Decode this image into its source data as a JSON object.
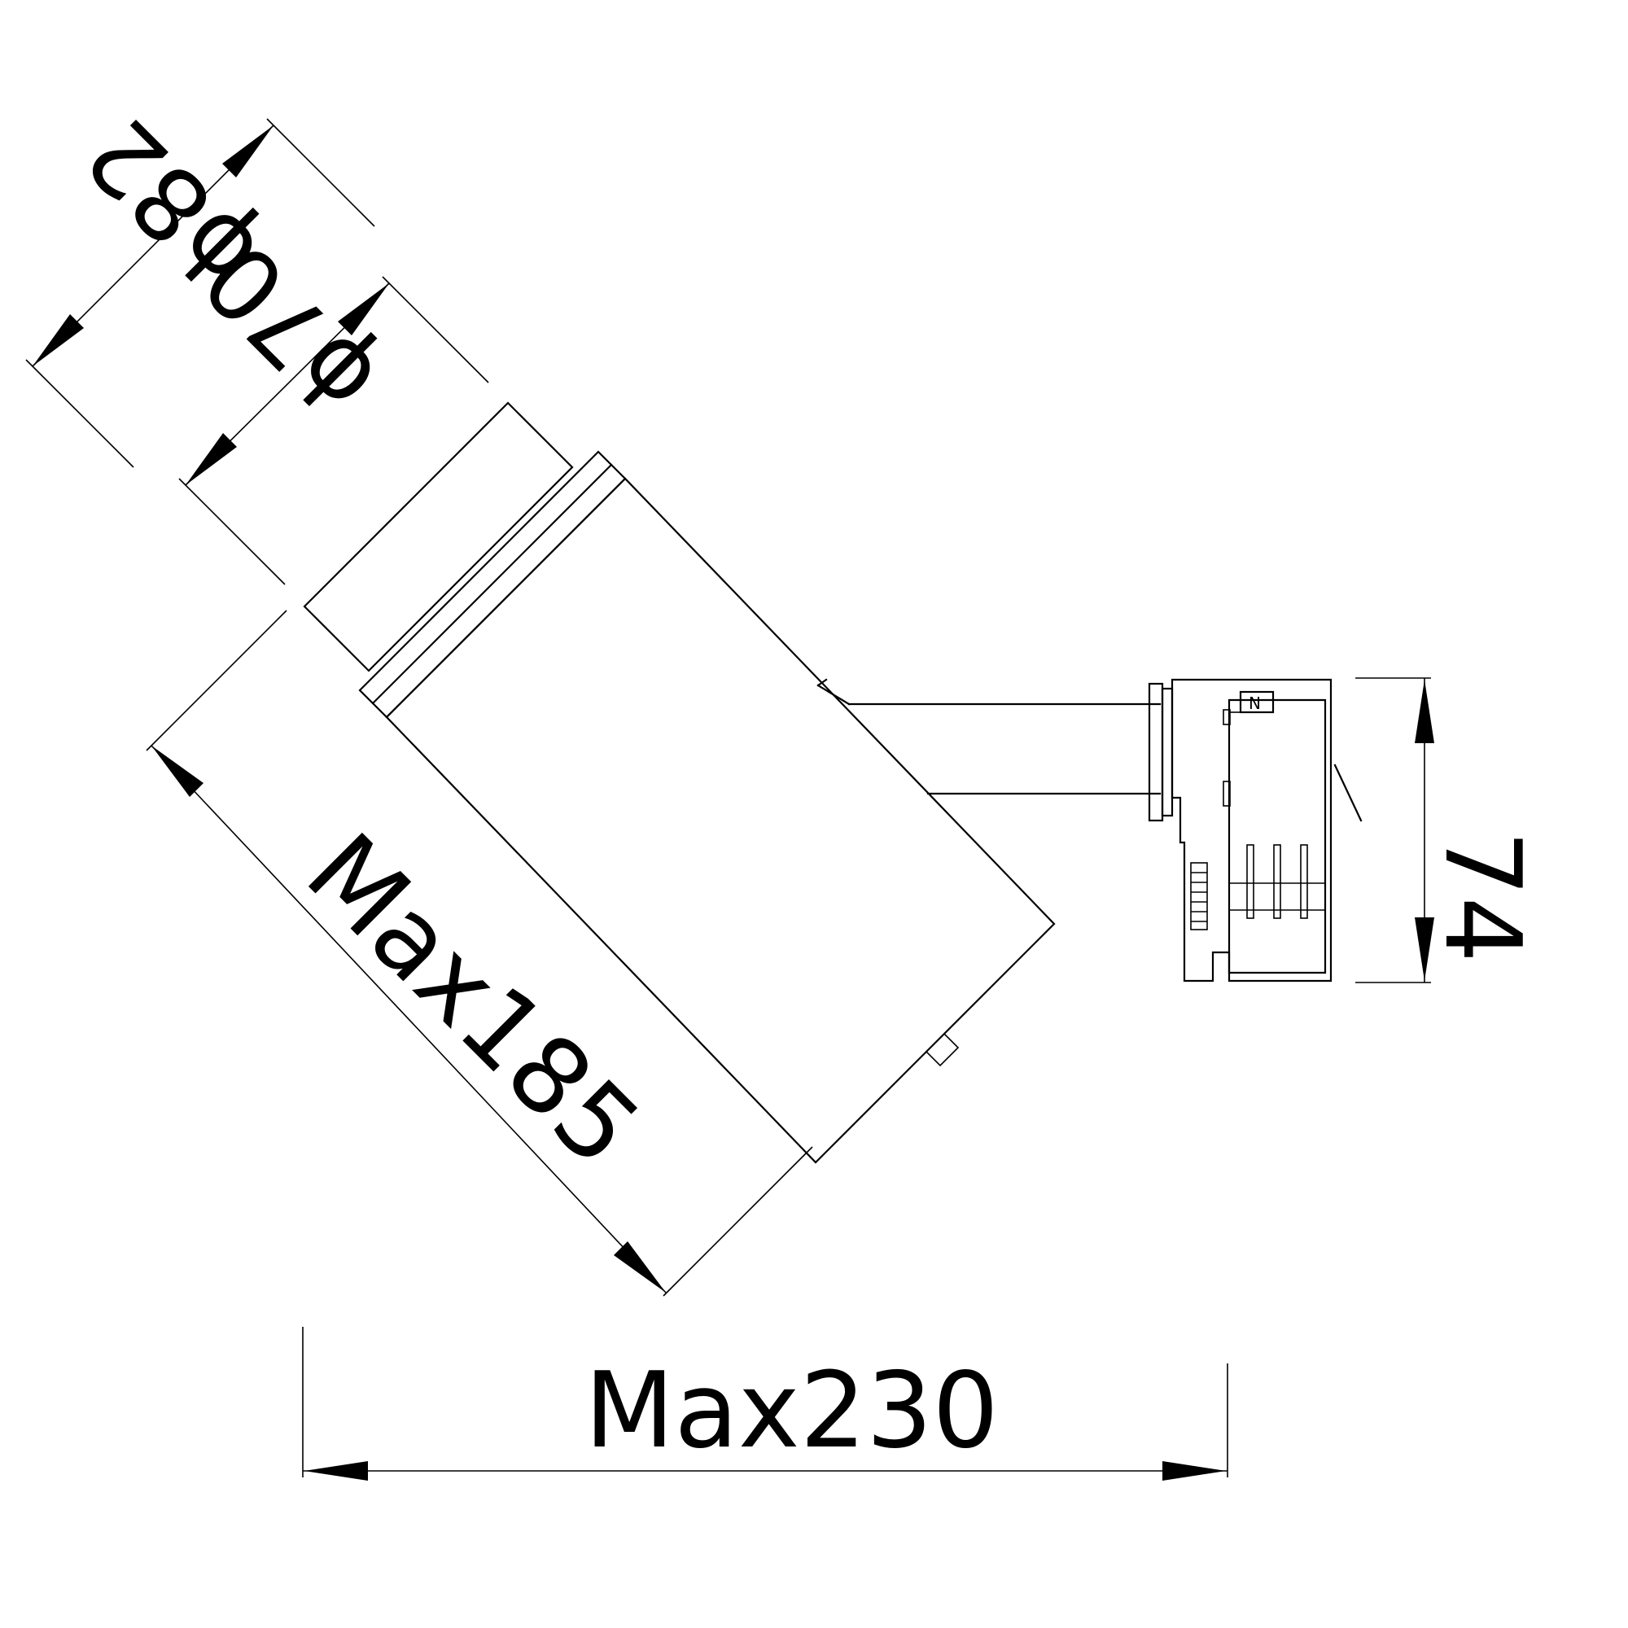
{
  "dimensions": {
    "outer_diameter": "ϕ82",
    "inner_diameter": "ϕ70",
    "max_length": "Max185",
    "max_width": "Max230",
    "adapter_height": "74"
  },
  "adapter": {
    "marking": "N"
  }
}
